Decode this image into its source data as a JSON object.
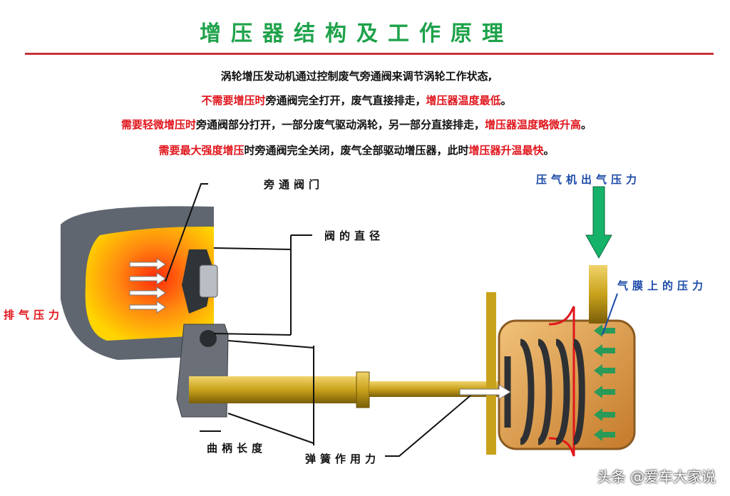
{
  "title": "增压器结构及工作原理",
  "description": {
    "line1": "涡轮增压发动机通过控制废气旁通阀来调节涡轮工作状态,",
    "line2": {
      "a": "不需要增压时",
      "b": "旁通阀完全打开，废气直接排走，",
      "c": "增压器温度最低",
      "d": "。"
    },
    "line3": {
      "a": "需要轻微增压时",
      "b": "旁通阀部分打开，一部分废气驱动涡轮，另一部分直接排走，",
      "c": "增压器温度略微升高",
      "d": "。"
    },
    "line4": {
      "a": "需要最大强度增压",
      "b": "时旁通阀完全关闭，废气全部驱动增压器，此时",
      "c": "增压器升温最快",
      "d": "。"
    }
  },
  "labels": {
    "bypass_valve": "旁通阀门",
    "valve_diameter": "阀的直径",
    "exhaust_pressure": "排气压力",
    "compressor_outlet_pressure": "压气机出气压力",
    "diaphragm_pressure": "气膜上的压力",
    "crank_length": "曲柄长度",
    "spring_force": "弹簧作用力"
  },
  "watermark": "头条 @爱车大家说",
  "colors": {
    "title_green": "#1ea24a",
    "emphasis_red": "#e0161d",
    "label_blue": "#1c4aa8",
    "rod_gold": "#c9a21c"
  }
}
